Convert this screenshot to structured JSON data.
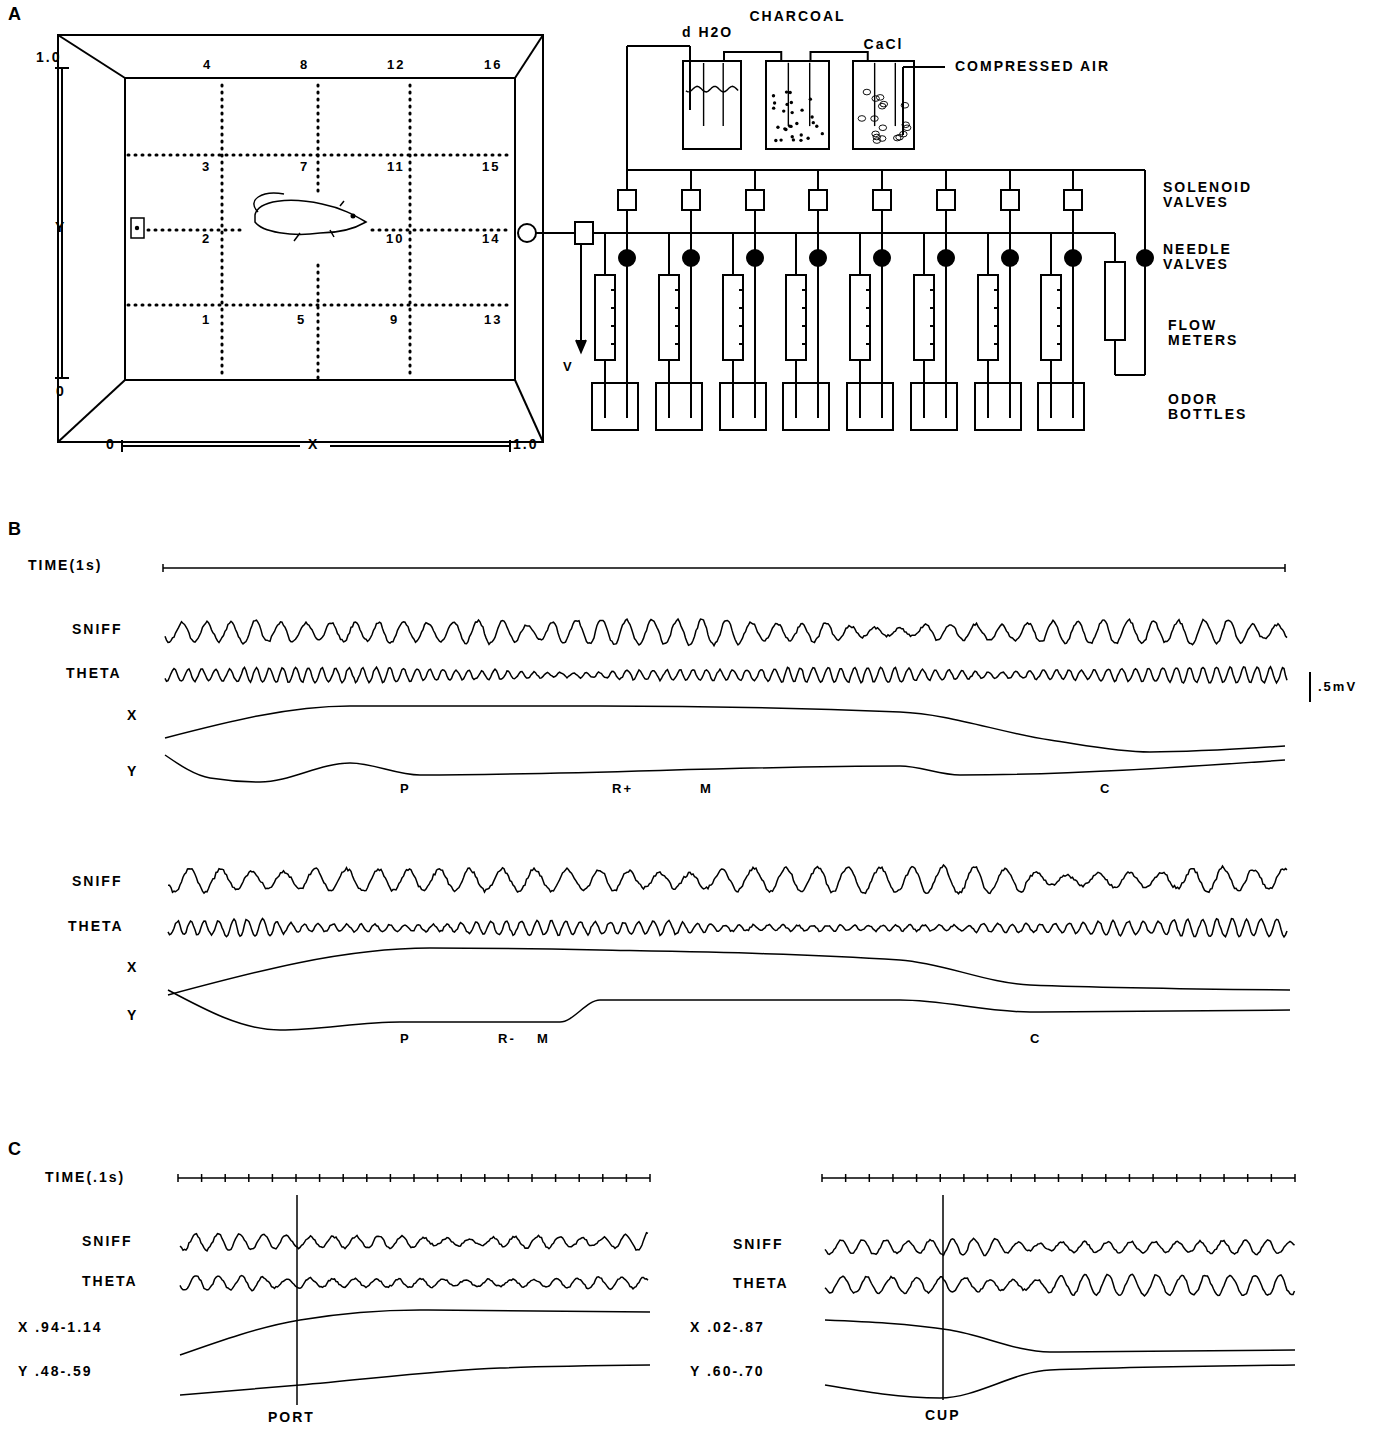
{
  "diagram": {
    "nodes": [
      {
        "text": [
          "d H2O"
        ]
      },
      {
        "text": [
          "CHARCOAL"
        ]
      },
      {
        "text": [
          "CaCl"
        ]
      }
    ],
    "edges": [
      {
        "from": 2,
        "to": 1,
        "arrow": "none"
      },
      {
        "from": 1,
        "to": 0,
        "arrow": "none"
      }
    ],
    "labels": [
      "A",
      "1.0",
      "Y",
      "0",
      "0",
      "X",
      "1.0",
      "4",
      "8",
      "12",
      "16",
      "3",
      "7",
      "11",
      "15",
      "2",
      "10",
      "14",
      "1",
      "5",
      "9",
      "13",
      "COMPRESSED AIR",
      "SOLENOID VALVES",
      "NEEDLE VALVES",
      "FLOW METERS",
      "ODOR BOTTLES",
      "V",
      "B",
      "TIME(1s)",
      "SNIFF",
      "THETA",
      "X",
      "Y",
      ".5mV",
      "P",
      "R+",
      "M",
      "C",
      "SNIFF",
      "THETA",
      "X",
      "Y",
      "P",
      "R-",
      "M",
      "C",
      "C",
      "TIME(.1s)",
      "SNIFF",
      "THETA",
      "X .94-1.14",
      "Y .48-.59",
      "PORT",
      "SNIFF",
      "THETA",
      "X .02-.87",
      "Y .60-.70",
      "CUP"
    ]
  }
}
